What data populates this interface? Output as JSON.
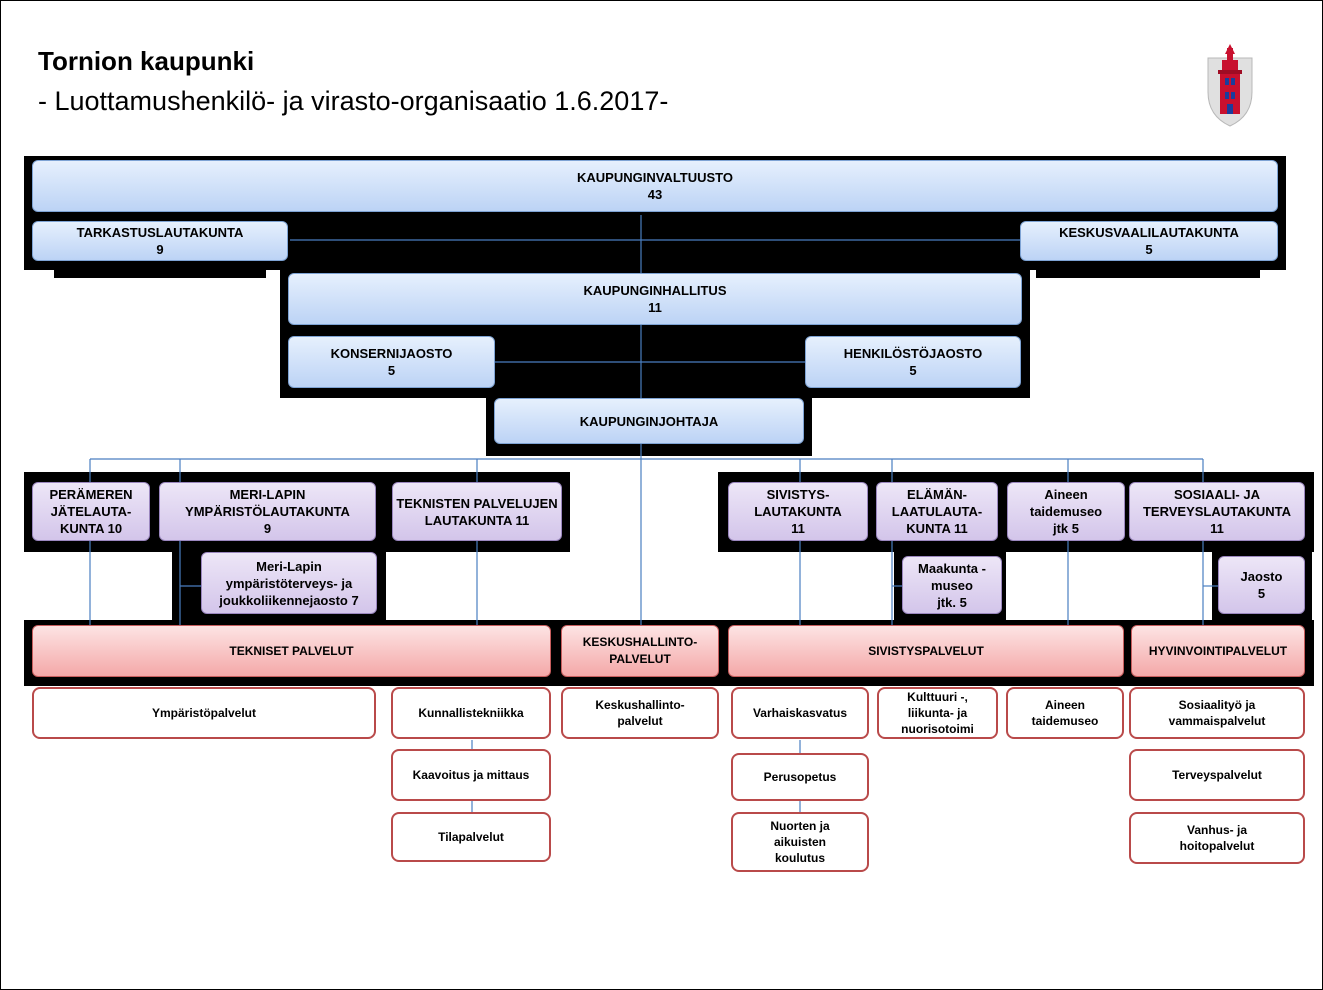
{
  "header": {
    "title": "Tornion kaupunki",
    "subtitle": "- Luottamushenkilö- ja virasto-organisaatio 1.6.2017-"
  },
  "crest": {
    "icon": "tornio-coat-of-arms-icon",
    "colors": {
      "shield": "#e0e0e0",
      "tower": "#c8102e",
      "details": "#1a3d9c"
    }
  },
  "colors": {
    "council_fill": "#bcd3f5",
    "board_fill": "#d3c5ea",
    "service_fill": "#f4a8a8",
    "unit_border": "#b94a4a",
    "connector": "#4a7ec0"
  },
  "council": {
    "kaupunginvaltuusto": {
      "name": "KAUPUNGINVALTUUSTO",
      "count": "43"
    },
    "tarkastuslautakunta": {
      "name": "TARKASTUSLAUTAKUNTA",
      "count": "9"
    },
    "keskusvaalilautakunta": {
      "name": "KESKUSVAALILAUTAKUNTA",
      "count": "5"
    },
    "kaupunginhallitus": {
      "name": "KAUPUNGINHALLITUS",
      "count": "11"
    },
    "konsernijaosto": {
      "name": "KONSERNIJAOSTO",
      "count": "5"
    },
    "henkilostojaosto": {
      "name": "HENKILÖSTÖJAOSTO",
      "count": "5"
    },
    "kaupunginjohtaja": {
      "name": "KAUPUNGINJOHTAJA"
    }
  },
  "boards": {
    "peramerenjate": {
      "line1": "PERÄMEREN JÄTELAUTA-",
      "line2": "KUNTA 10"
    },
    "merilapinymparisto": {
      "line1": "MERI-LAPIN YMPÄRISTÖLAUTAKUNTA",
      "line2": "9"
    },
    "merilapinjaosto": {
      "line1": "Meri-Lapin ympäristöterveys- ja",
      "line2": "joukkoliikennejaosto 7"
    },
    "tekniset": {
      "line1": "TEKNISTEN PALVELUJEN",
      "line2": "LAUTAKUNTA 11"
    },
    "sivistys": {
      "line1": "SIVISTYS-LAUTAKUNTA",
      "line2": "11"
    },
    "elaman": {
      "line1": "ELÄMÄN-LAATULAUTA-",
      "line2": "KUNTA 11"
    },
    "maakuntamuseo": {
      "line1": "Maakunta -museo",
      "line2": "jtk. 5"
    },
    "aineen": {
      "line1": "Aineen taidemuseo",
      "line2": "jtk  5"
    },
    "sosiaali": {
      "line1": "SOSIAALI- JA TERVEYSLAUTAKUNTA",
      "line2": "11"
    },
    "jaosto": {
      "line1": "Jaosto",
      "line2": "5"
    }
  },
  "services": {
    "tekniset": "TEKNISET PALVELUT",
    "keskushallinto": "KESKUSHALLINTO-PALVELUT",
    "sivistys": "SIVISTYSPALVELUT",
    "hyvinvointi": "HYVINVOINTIPALVELUT"
  },
  "units": {
    "ymparisto": "Ympäristöpalvelut",
    "kunnallistekniikka": "Kunnallistekniikka",
    "kaavoitus": "Kaavoitus ja mittaus",
    "tilapalvelut": "Tilapalvelut",
    "keskushallinto": "Keskushallinto-palvelut",
    "varhaiskasvatus": "Varhaiskasvatus",
    "perusopetus": "Perusopetus",
    "nuorten": "Nuorten ja aikuisten koulutus",
    "kulttuuri": "Kulttuuri -, liikunta- ja nuorisotoimi",
    "aineen": "Aineen taidemuseo",
    "sosiaalityo": "Sosiaalityö ja vammaispalvelut",
    "terveys": "Terveyspalvelut",
    "vanhus": "Vanhus- ja hoitopalvelut"
  }
}
